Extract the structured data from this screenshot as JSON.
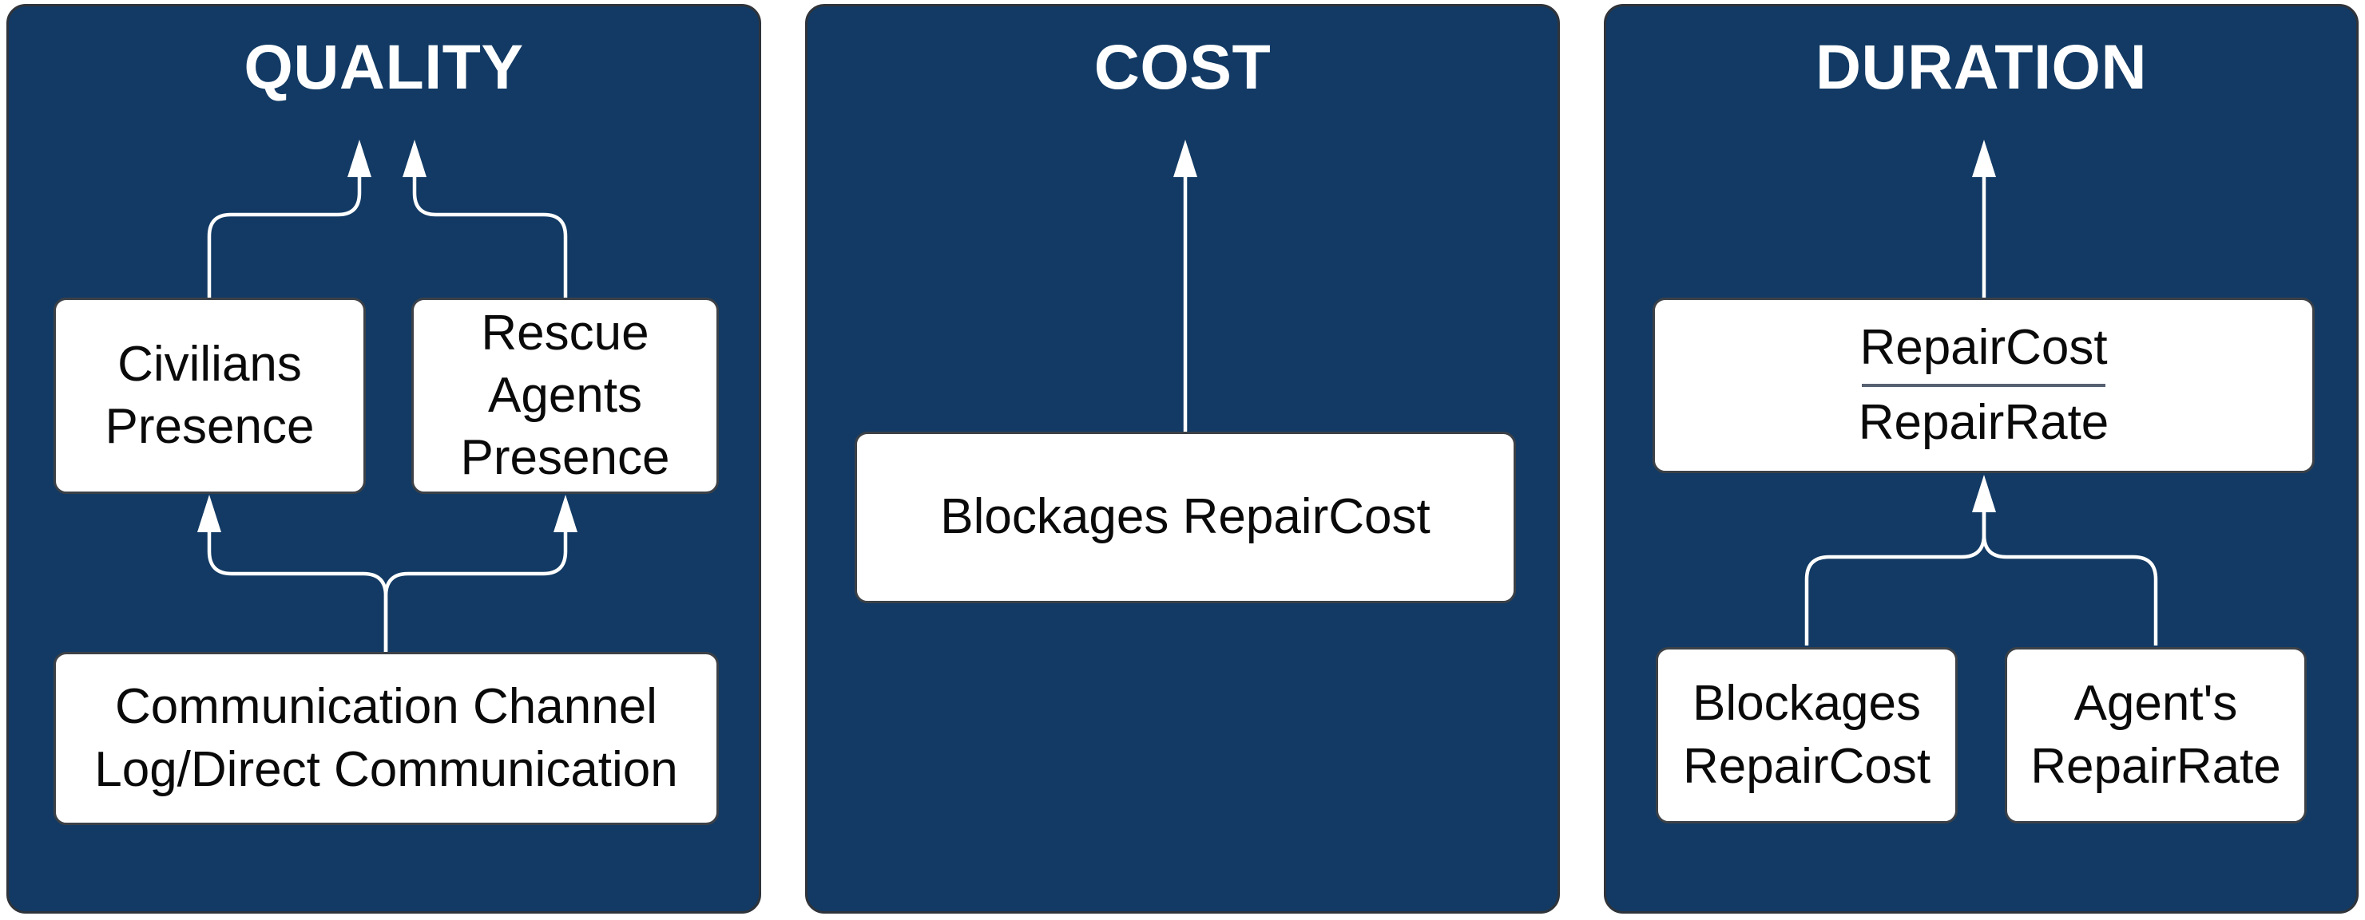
{
  "colors": {
    "page_background": "#ffffff",
    "panel_fill": "#123a64",
    "panel_border": "#2f343b",
    "node_fill": "#ffffff",
    "node_border": "#3c4147",
    "node_text": "#0a0a0a",
    "title_text": "#ffffff",
    "arrow": "#ffffff",
    "fraction_bar": "#566070"
  },
  "panels": [
    {
      "title": "QUALITY",
      "nodes": {
        "civilians": {
          "lines": [
            "Civilians",
            "Presence"
          ]
        },
        "rescue": {
          "lines": [
            "Rescue",
            "Agents",
            "Presence"
          ]
        },
        "communication": {
          "lines": [
            "Communication Channel",
            "Log/Direct Communication"
          ]
        }
      }
    },
    {
      "title": "COST",
      "nodes": {
        "blockages_repaircost": {
          "lines": [
            "Blockages RepairCost"
          ]
        }
      }
    },
    {
      "title": "DURATION",
      "nodes": {
        "fraction": {
          "numerator": "RepairCost",
          "denominator": "RepairRate"
        },
        "blockages_repaircost": {
          "lines": [
            "Blockages",
            "RepairCost"
          ]
        },
        "agents_repairrate": {
          "lines": [
            "Agent's",
            "RepairRate"
          ]
        }
      }
    }
  ]
}
